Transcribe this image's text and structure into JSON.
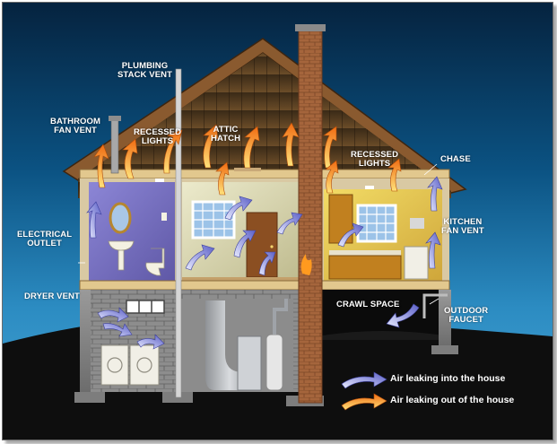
{
  "labels": {
    "plumbing_stack_vent": [
      "PLUMBING",
      "STACK VENT"
    ],
    "bathroom_fan_vent": [
      "BATHROOM",
      "FAN VENT"
    ],
    "recessed_lights_left": [
      "RECESSED",
      "LIGHTS"
    ],
    "attic_hatch": [
      "ATTIC",
      "HATCH"
    ],
    "recessed_lights_right": [
      "RECESSED",
      "LIGHTS"
    ],
    "chase": [
      "CHASE"
    ],
    "electrical_outlet": [
      "ELECTRICAL",
      "OUTLET"
    ],
    "kitchen_fan_vent": [
      "KITCHEN",
      "FAN VENT"
    ],
    "dryer_vent": [
      "DRYER VENT"
    ],
    "crawl_space": [
      "CRAWL SPACE"
    ],
    "outdoor_faucet": [
      "OUTDOOR",
      "FAUCET"
    ]
  },
  "legend": {
    "leak_in": "Air leaking into the house",
    "leak_out": "Air leaking out of the house"
  },
  "colors": {
    "leak_in": "#7d83d8",
    "leak_out": "#f08a1e",
    "sky_top": "#05233f",
    "sky_bottom": "#4aa6d6",
    "ground": "#0e0e0e",
    "brick": "#a5653c"
  }
}
